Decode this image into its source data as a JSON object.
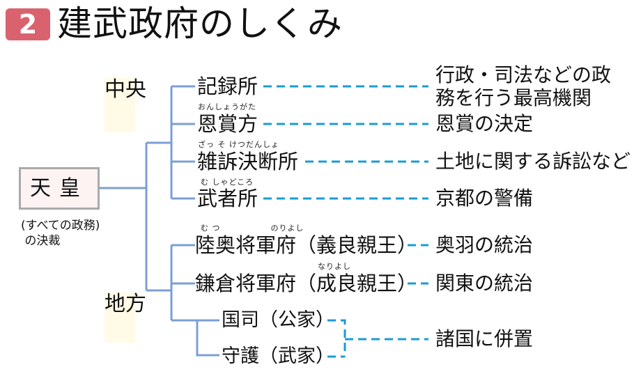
{
  "header": {
    "number": "2",
    "title": "建武政府のしくみ"
  },
  "emperor": {
    "label": "天皇",
    "note_line1": "すべての政務",
    "note_line2": "の決裁"
  },
  "regions": {
    "central": "中央",
    "local": "地方"
  },
  "central": [
    {
      "name": "記録所",
      "ruby": "",
      "desc": [
        "行政・司法などの政",
        "務を行う最高機関"
      ]
    },
    {
      "name": "恩賞方",
      "ruby": "おんしょうがた",
      "desc": [
        "恩賞の決定"
      ]
    },
    {
      "name": "雑訴決断所",
      "ruby": "ざっ そ けつだんしょ",
      "desc": [
        "土地に関する訴訟など"
      ]
    },
    {
      "name": "武者所",
      "ruby": "む しゃどころ",
      "desc": [
        "京都の警備"
      ]
    }
  ],
  "local": [
    {
      "name": "陸奥将軍府（義良親王）",
      "ruby": "む つ　　　　　　のりよし",
      "desc": "奥羽の統治"
    },
    {
      "name": "鎌倉将軍府（成良親王）",
      "ruby": "なりよし",
      "desc": "関東の統治"
    },
    {
      "name": "国司（公家）"
    },
    {
      "name": "守護（武家）"
    },
    {
      "desc": "諸国に併置"
    }
  ],
  "colors": {
    "tree": "#7b9fd4",
    "dash": "#1a9bd7",
    "badge": "#d9626e"
  }
}
